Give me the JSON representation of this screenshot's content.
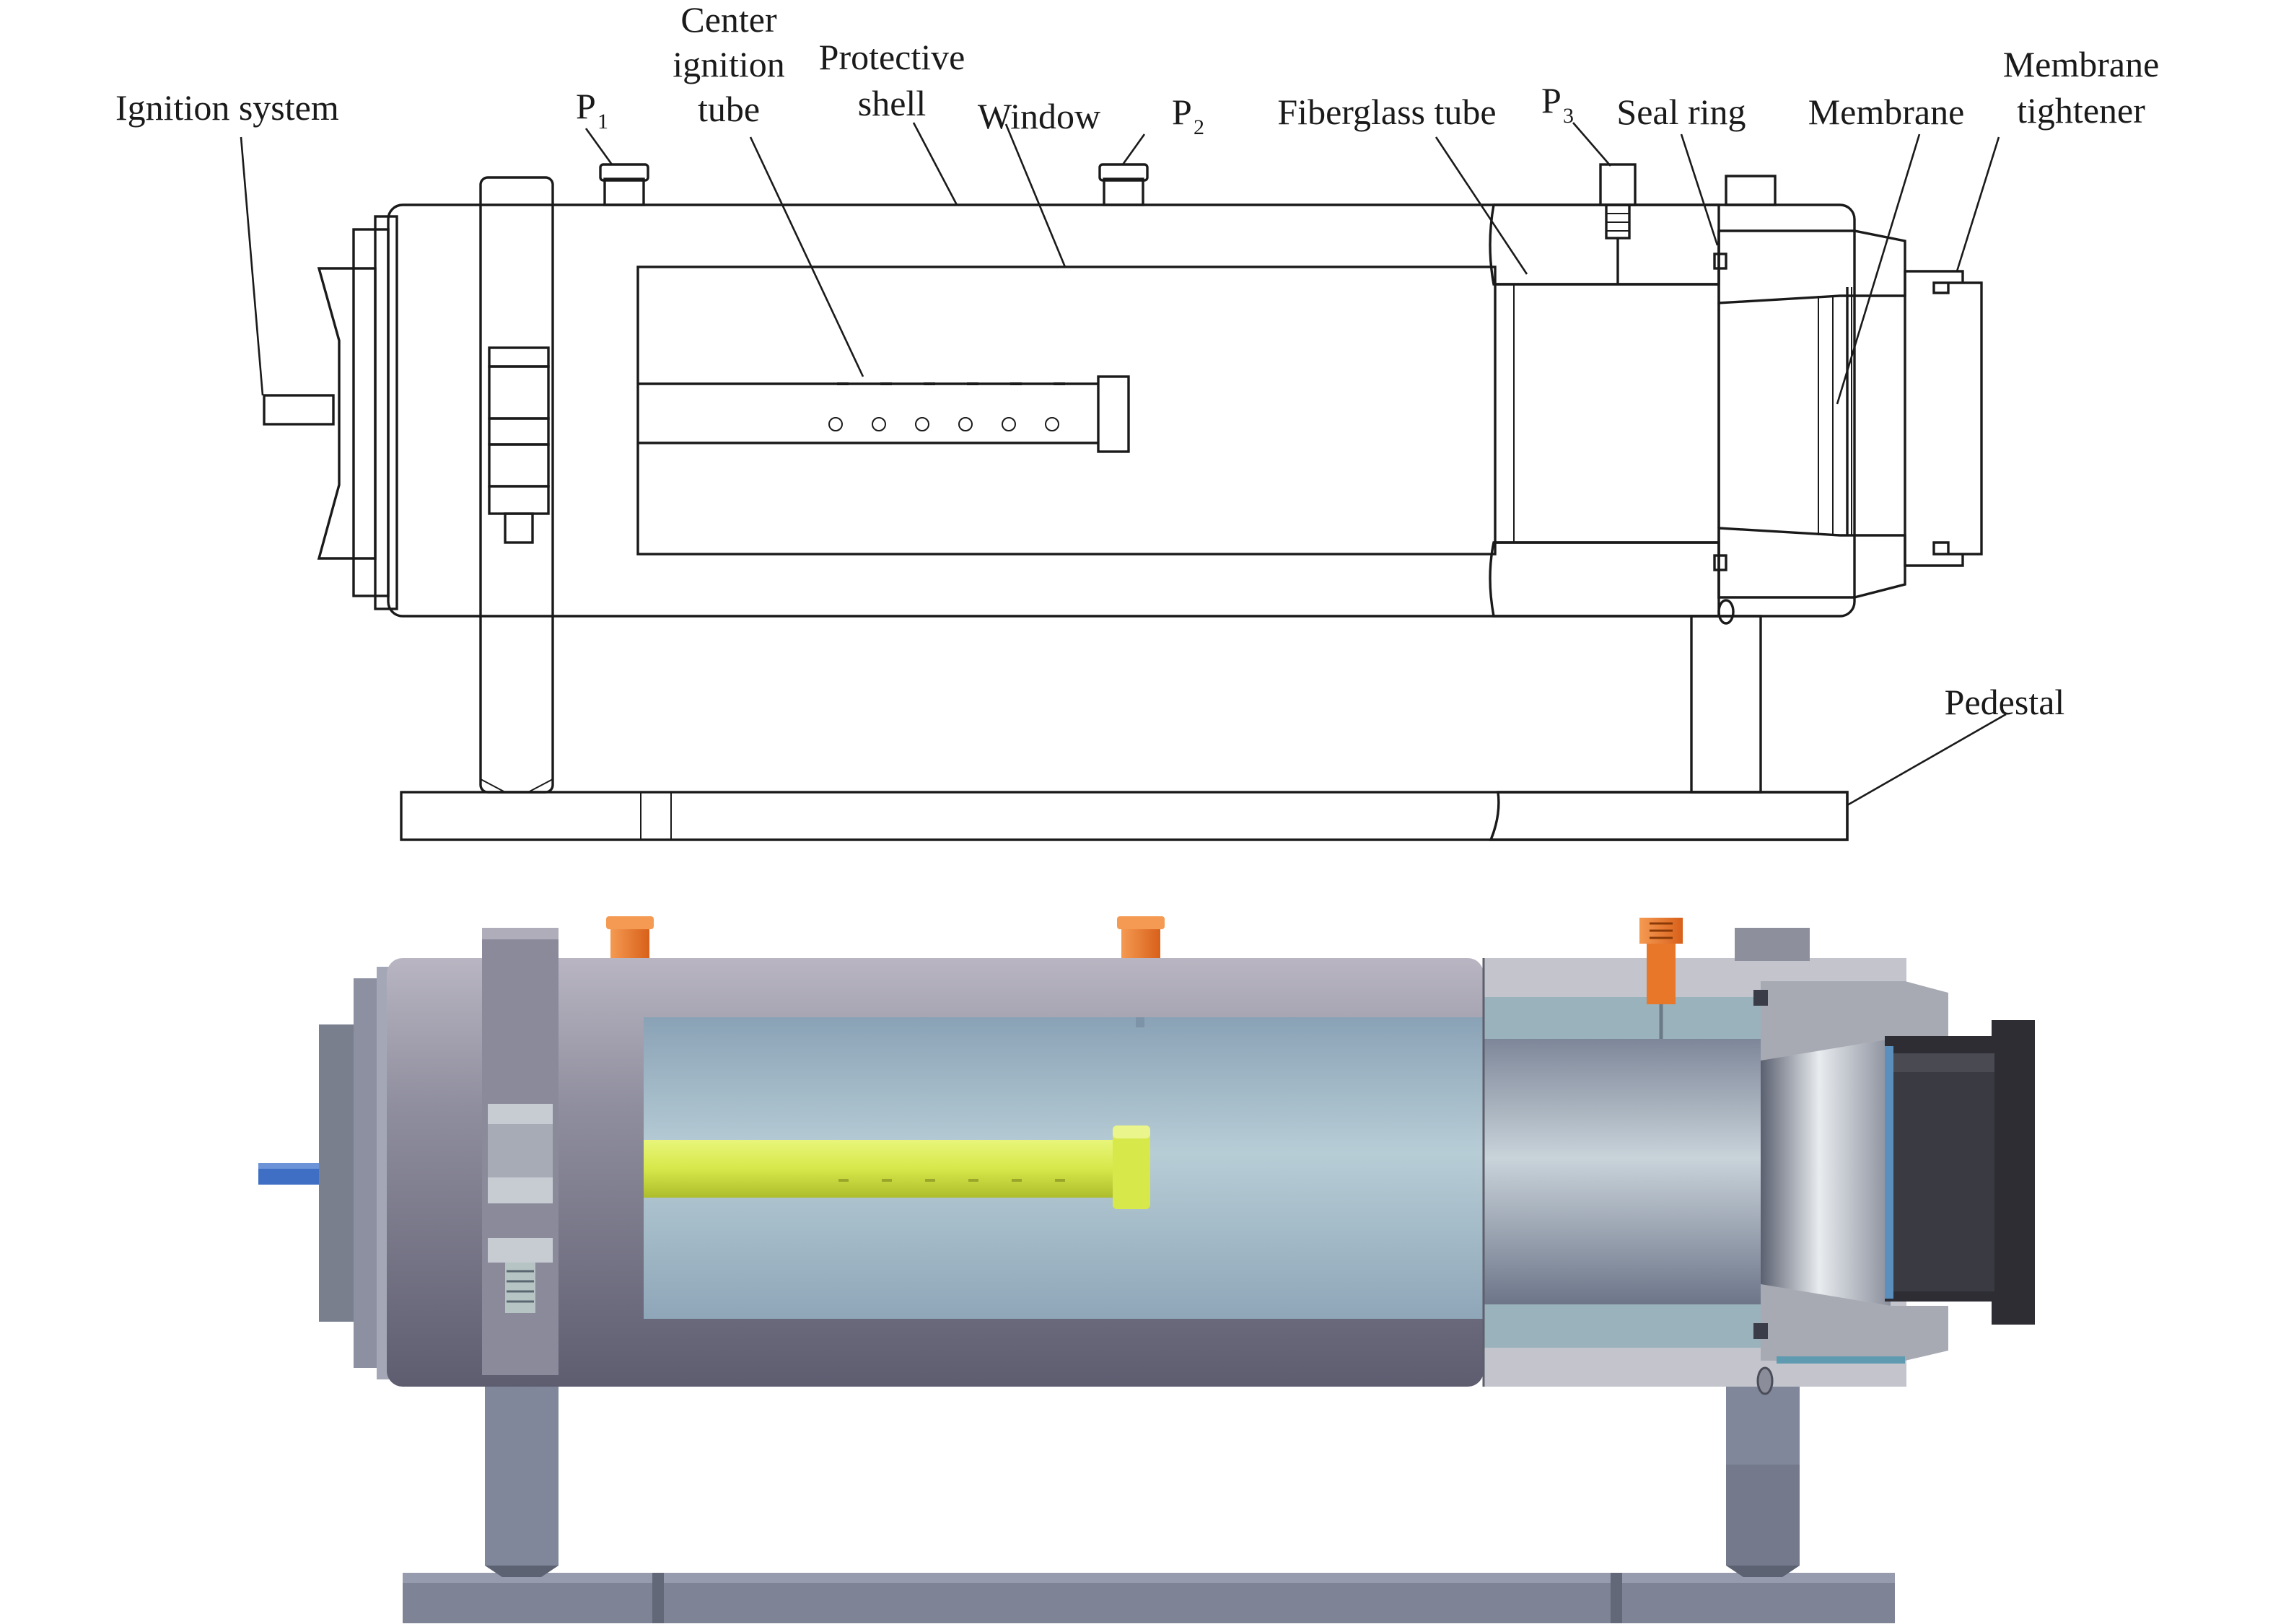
{
  "labels": {
    "ignition_system": "Ignition system",
    "p1": "P",
    "p1_sub": "1",
    "center_ignition_tube": [
      "Center",
      "ignition",
      "tube"
    ],
    "protective_shell": [
      "Protective",
      "shell"
    ],
    "window": "Window",
    "p2": "P",
    "p2_sub": "2",
    "fiberglass_tube": "Fiberglass tube",
    "p3": "P",
    "p3_sub": "3",
    "seal_ring": "Seal ring",
    "membrane": "Membrane",
    "membrane_tightener": [
      "Membrane",
      "tightener"
    ],
    "pedestal": "Pedestal"
  },
  "colors": {
    "shell": "#8f8e9e",
    "shell_dark": "#6c6b7c",
    "window_glass": "#9fb7c8",
    "ignition_tube": "#d6e84a",
    "sensor_port": "#f07a2a",
    "ignition_rod": "#3f6fc4",
    "membrane_tightener": "#2d2d33",
    "pedestal": "#7e8496",
    "fiberglass": "#a9c0c7",
    "steel": "#a7aab2"
  },
  "icons": {
    "pressure_port": "hex-fitting",
    "bolt": "hex-bolt"
  }
}
